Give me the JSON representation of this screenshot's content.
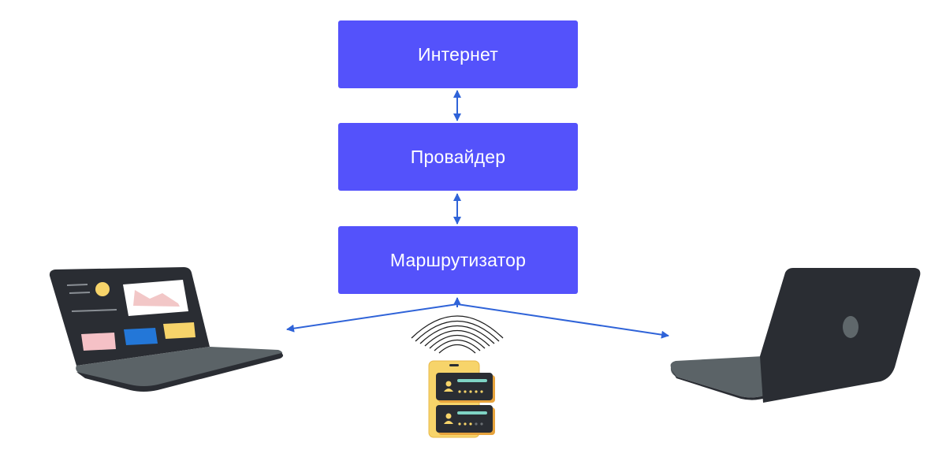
{
  "colors": {
    "node_fill": "#5452fb",
    "node_text": "#ffffff",
    "arrow": "#2f63d8",
    "laptop_body": "#2a2d33",
    "laptop_base": "#5b6367",
    "wifi": "#1e1e1e",
    "phone": "#f7d46a"
  },
  "nodes": {
    "internet": {
      "label": "Интернет"
    },
    "provider": {
      "label": "Провайдер"
    },
    "router": {
      "label": "Маршрутизатор"
    }
  },
  "icons": {
    "left_device": "laptop-front-icon",
    "right_device": "laptop-back-icon",
    "wireless": "wifi-signal-icon",
    "mobile": "smartphone-icon"
  }
}
